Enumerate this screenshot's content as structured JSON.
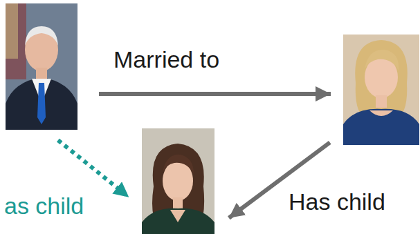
{
  "diagram": {
    "nodes": [
      {
        "text": []
      },
      {
        "text": []
      },
      {
        "text": []
      }
    ],
    "edges": [
      {
        "from": 0,
        "to": 1,
        "arrow": "to",
        "label": "Married to"
      },
      {
        "from": 1,
        "to": 2,
        "arrow": "to",
        "label": "Has child"
      },
      {
        "from": 0,
        "to": 2,
        "arrow": "to",
        "label": "as child"
      }
    ]
  }
}
